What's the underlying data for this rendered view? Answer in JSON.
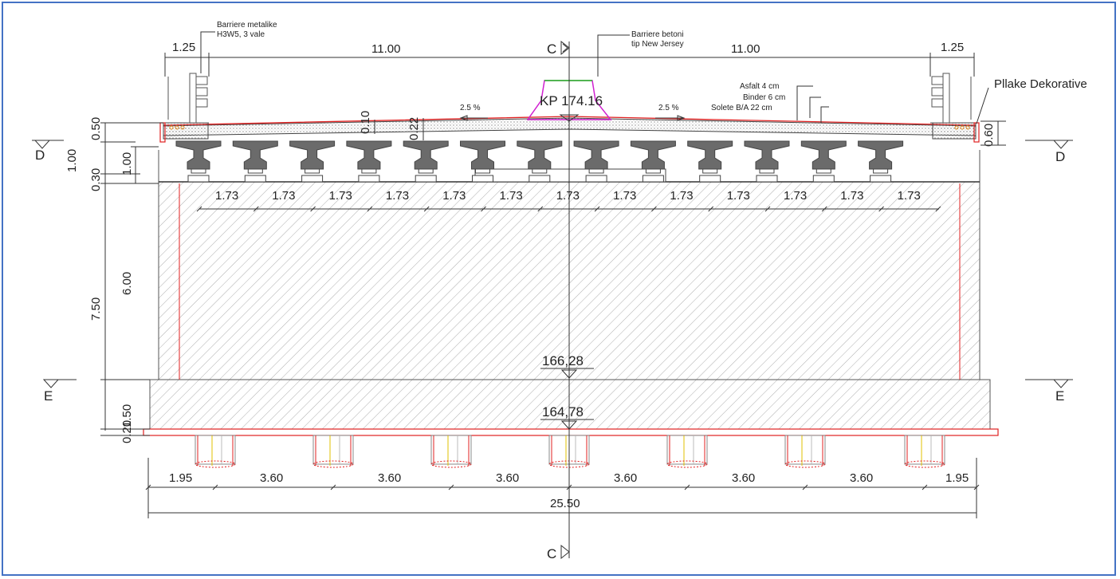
{
  "annotations": {
    "barrier_metal": [
      "Barriere metalike",
      "H3W5, 3 vale"
    ],
    "barrier_concrete": [
      "Barriere betoni",
      "tip New Jersey"
    ],
    "asphalt": "Asfalt 4 cm",
    "binder": "Binder 6 cm",
    "slab": "Solete B/A 22 cm",
    "decorative": "Pllake Dekorative",
    "kp": "KP  174.16",
    "slope_left": "2.5 %",
    "slope_right": "2.5 %"
  },
  "section_marks": {
    "c_top": "C",
    "c_bottom": "C",
    "d_left": "D",
    "d_right": "D",
    "e_left": "E",
    "e_right": "E"
  },
  "elevations": {
    "cap_top": "166,28",
    "footing_top": "164,78"
  },
  "top_dims": [
    "1.25",
    "11.00",
    "11.00",
    "1.25"
  ],
  "deck_dims": {
    "thin": "0.10",
    "thick": "0.22",
    "right_edge": "0.60"
  },
  "left_dims": {
    "top": "0.50",
    "deck": "1.00",
    "beam": "1.00",
    "seat": "0.30",
    "total": "7.50",
    "wall": "6.00",
    "footing": "1.50",
    "blinding": "0.20"
  },
  "beam_spacing": [
    "1.73",
    "1.73",
    "1.73",
    "1.73",
    "1.73",
    "1.73",
    "1.73",
    "1.73",
    "1.73",
    "1.73",
    "1.73",
    "1.73",
    "1.73"
  ],
  "pile_dims": [
    "1.95",
    "3.60",
    "3.60",
    "3.60",
    "3.60",
    "3.60",
    "3.60",
    "1.95"
  ],
  "total_width": "25.50"
}
